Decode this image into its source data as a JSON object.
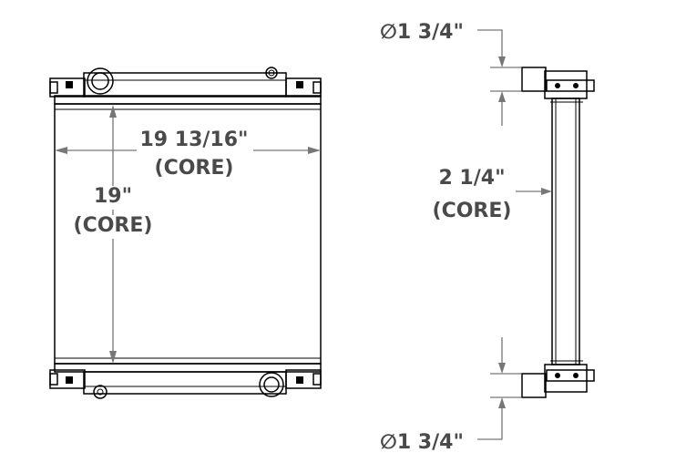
{
  "dimensions": {
    "core_width": "19 13/16\"",
    "core_width_note": "(CORE)",
    "core_height": "19\"",
    "core_height_note": "(CORE)",
    "core_depth": "2 1/4\"",
    "core_depth_note": "(CORE)",
    "inlet_diameter": "∅1 3/4\"",
    "outlet_diameter": "∅1 3/4\""
  }
}
